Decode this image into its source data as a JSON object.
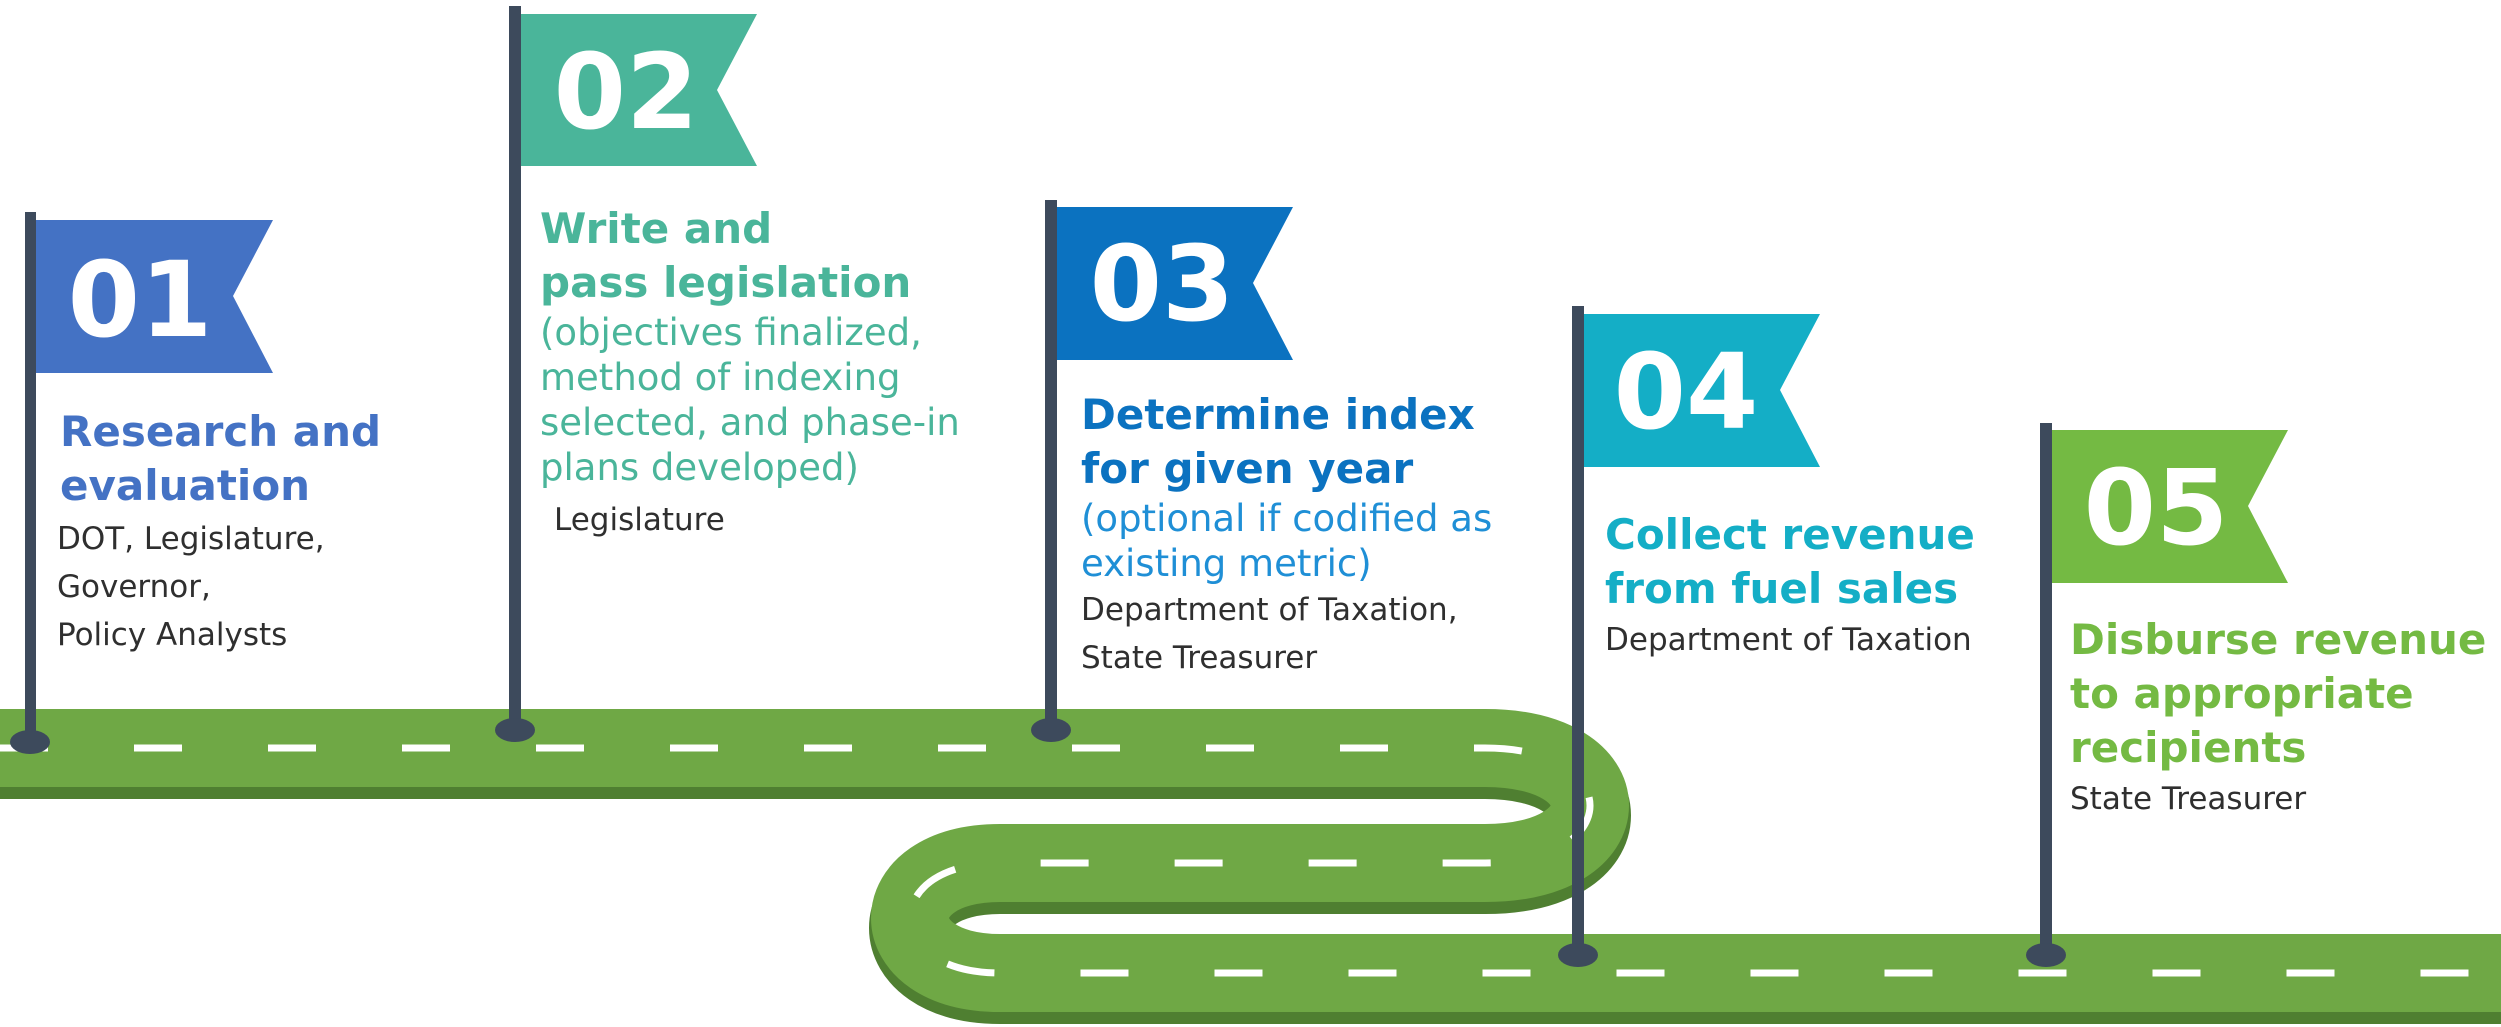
{
  "steps": [
    {
      "number": "01",
      "title_lines": [
        "Research and",
        "evaluation"
      ],
      "detail_lines": [],
      "owner_lines": [
        "DOT, Legislature, Governor,",
        "Policy Analysts"
      ],
      "color": "#4472c4"
    },
    {
      "number": "02",
      "title_lines": [
        "Write and",
        "pass legislation"
      ],
      "detail_lines": [
        "(objectives finalized,",
        "method of indexing",
        "selected, and phase-in",
        "plans developed)"
      ],
      "owner_lines": [
        "Legislature"
      ],
      "color": "#4ab59a"
    },
    {
      "number": "03",
      "title_lines": [
        "Determine index",
        "for given year"
      ],
      "detail_lines": [
        "(optional if codified as",
        "existing metric)"
      ],
      "owner_lines": [
        "Department of Taxation,",
        "State Treasurer"
      ],
      "color": "#0b72c0"
    },
    {
      "number": "04",
      "title_lines": [
        "Collect revenue",
        "from fuel sales"
      ],
      "detail_lines": [],
      "owner_lines": [
        "Department of Taxation"
      ],
      "color": "#14aec6"
    },
    {
      "number": "05",
      "title_lines": [
        "Disburse revenue",
        "to appropriate",
        "recipients"
      ],
      "detail_lines": [],
      "owner_lines": [
        "State Treasurer"
      ],
      "color": "#74ba43"
    }
  ],
  "colors": {
    "road": "#6fa845",
    "road_edge": "#4f7f31",
    "dash": "#ffffff",
    "pole": "#3d4a5c"
  }
}
